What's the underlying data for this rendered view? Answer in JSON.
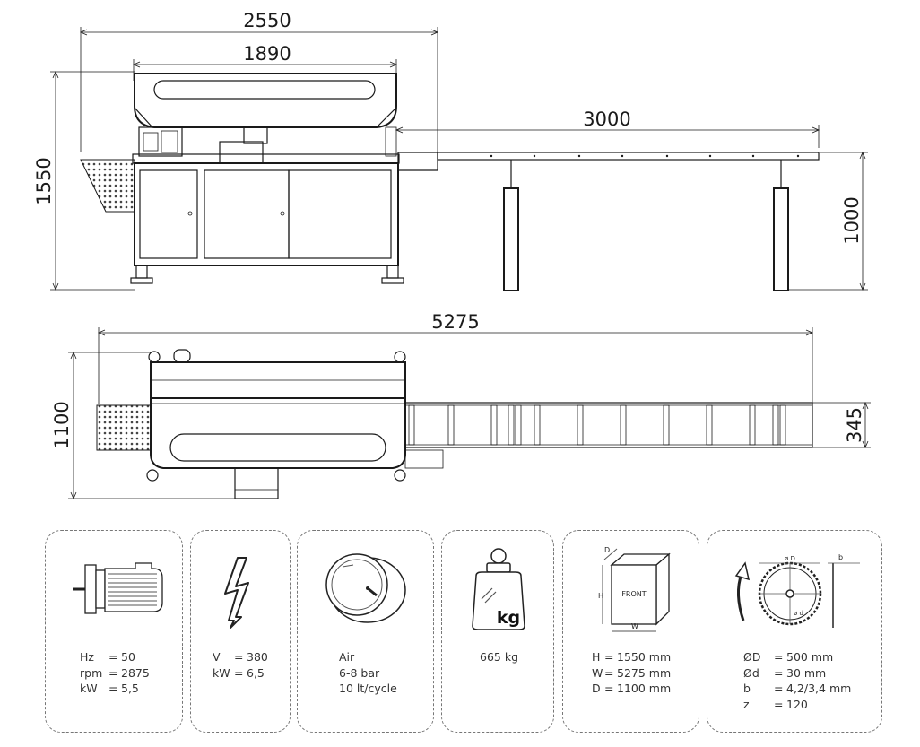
{
  "dimensions": {
    "overall_width": "2550",
    "cabinet_width": "1890",
    "height": "1550",
    "conveyor_length": "3000",
    "conveyor_height": "1000",
    "total_length": "5275",
    "depth": "1100",
    "conveyor_width": "345"
  },
  "specs": {
    "motor": {
      "icon": "motor-icon",
      "rows": [
        {
          "key": "Hz",
          "value": "50"
        },
        {
          "key": "rpm",
          "value": "2875"
        },
        {
          "key": "kW",
          "value": "5,5"
        }
      ]
    },
    "electric": {
      "icon": "lightning-icon",
      "rows": [
        {
          "key": "V",
          "value": "380"
        },
        {
          "key": "kW",
          "value": "6,5"
        }
      ]
    },
    "air": {
      "icon": "pressure-gauge-icon",
      "lines": [
        "Air",
        "6-8 bar",
        "10 lt/cycle"
      ]
    },
    "weight": {
      "icon": "weight-icon",
      "icon_text": "kg",
      "value": "665 kg"
    },
    "size": {
      "icon": "box-dimensions-icon",
      "icon_labels": {
        "front": "FRONT",
        "h": "H",
        "w": "W",
        "d": "D"
      },
      "rows": [
        {
          "key": "H",
          "value": "1550 mm"
        },
        {
          "key": "W",
          "value": "5275 mm"
        },
        {
          "key": "D",
          "value": "1100 mm"
        }
      ]
    },
    "blade": {
      "icon": "saw-blade-icon",
      "icon_labels": {
        "outer": "ø D",
        "bore": "ø d",
        "b": "b"
      },
      "rows": [
        {
          "key": "ØD",
          "value": "500 mm"
        },
        {
          "key": "Ød",
          "value": "30 mm"
        },
        {
          "key": "b",
          "value": "4,2/3,4 mm"
        },
        {
          "key": "z",
          "value": "120"
        }
      ]
    }
  }
}
